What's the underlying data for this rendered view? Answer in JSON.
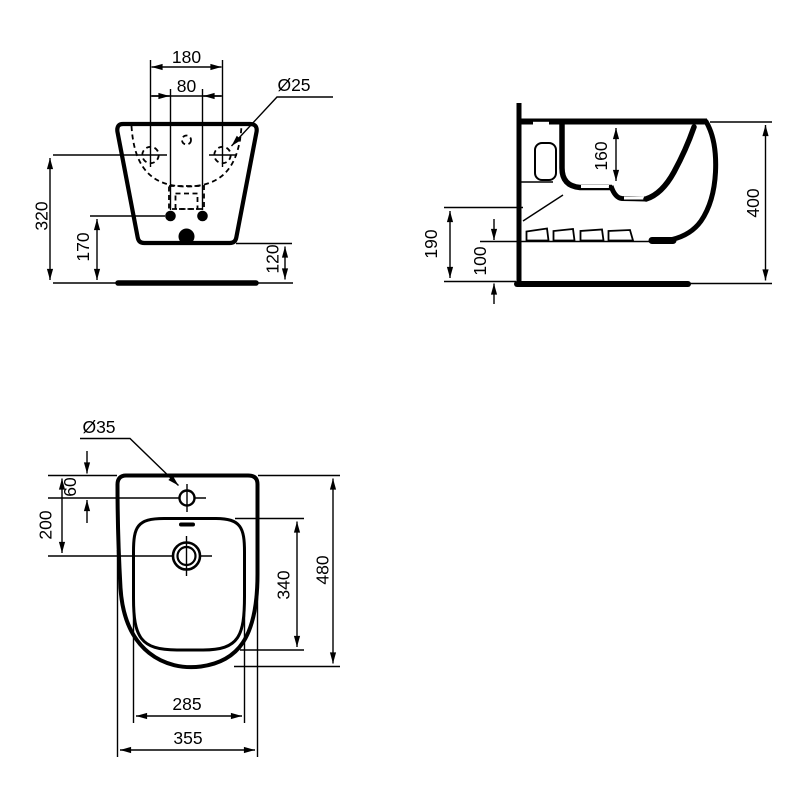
{
  "drawing": {
    "product": "Wall-hung bidet 3-view dimensional drawing",
    "colors": {
      "line": "#000000",
      "background": "#ffffff"
    },
    "views": {
      "front": {
        "name": "front-elevation",
        "dims": {
          "span_fixing_holes": "180",
          "span_drain_bolts": "80",
          "dia_fixing_hole": "Ø25",
          "h_fixing_holes": "320",
          "h_drain_bolts": "170",
          "h_outlet_clearance": "120"
        }
      },
      "side": {
        "name": "side-elevation",
        "dims": {
          "depth_rim_to_bowl": "160",
          "h_overall": "400",
          "h_trap": "190",
          "h_underside": "100"
        }
      },
      "plan": {
        "name": "plan-view",
        "dims": {
          "dia_tap_hole": "Ø35",
          "off_tap_hole": "60",
          "off_drain": "200",
          "len_bowl": "340",
          "len_overall": "480",
          "w_bowl": "285",
          "w_overall": "355"
        }
      }
    }
  }
}
